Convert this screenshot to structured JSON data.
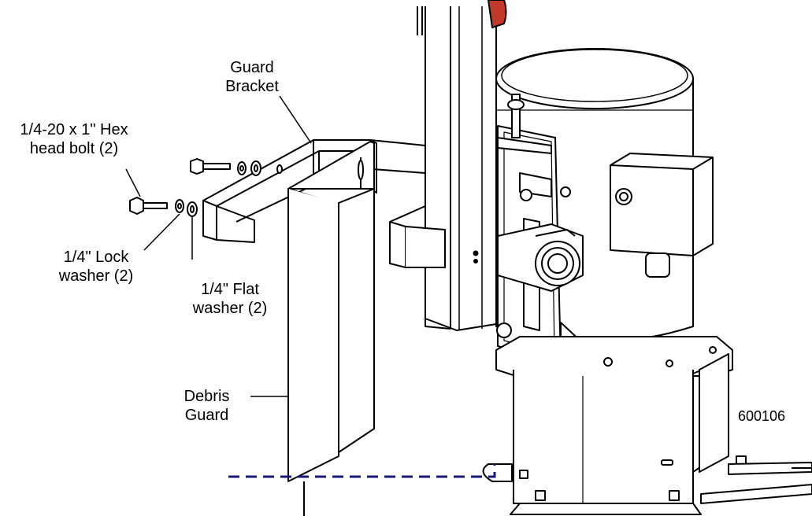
{
  "labels": {
    "guard_bracket": [
      "Guard",
      "Bracket"
    ],
    "hex_bolt": [
      "1/4-20 x 1\" Hex",
      "head bolt (2)"
    ],
    "lock_washer": [
      "1/4\" Lock",
      "washer (2)"
    ],
    "flat_washer": [
      "1/4\" Flat",
      "washer (2)"
    ],
    "debris_guard": [
      "Debris",
      "Guard"
    ],
    "part_number": "600106"
  },
  "colors": {
    "line": "#000000",
    "dashed_line": "#1a1a7a",
    "accent_red": "#c0392b",
    "fill": "#ffffff"
  }
}
